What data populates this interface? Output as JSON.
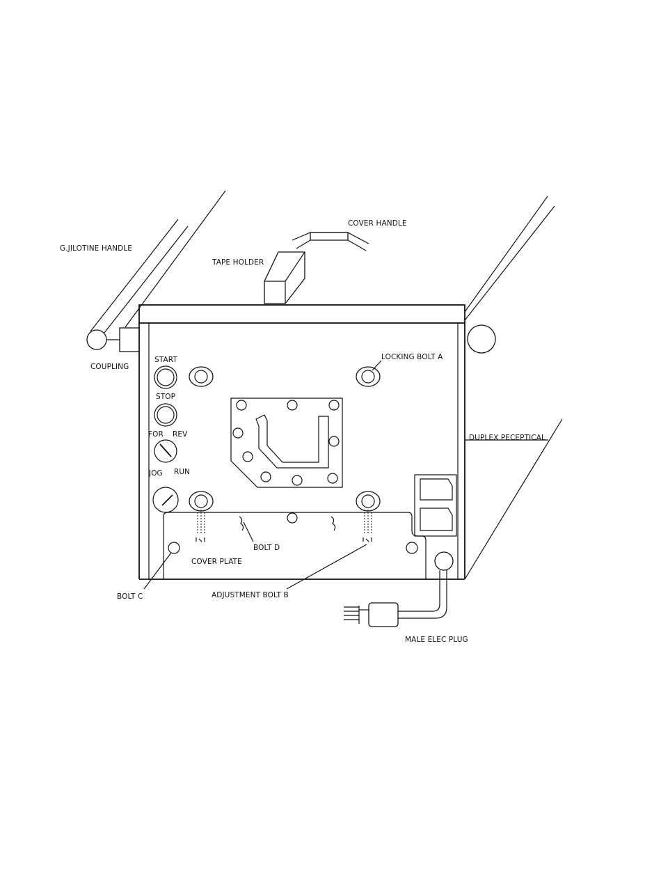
{
  "labels": {
    "guillotine_handle": "G.JILOTINE HANDLE",
    "cover_handle": "COVER HANDLE",
    "tape_holder": "TAPE HOLDER",
    "coupling": "COUPLING",
    "start": "START",
    "stop": "STOP",
    "for": "FOR",
    "rev": "REV",
    "jog": "JOG",
    "run": "RUN",
    "locking_bolt_a": "LOCKING BOLT A",
    "duplex_receptacle": "DUPLEX PECEPTICAL",
    "bolt_d": "BOLT D",
    "cover_plate": "COVER PLATE",
    "bolt_c": "BOLT C",
    "adjustment_bolt_b": "ADJUSTMENT BOLT B",
    "male_elec_plug": "MALE ELEC PLUG"
  },
  "colors": {
    "line": "#111111",
    "background": "#ffffff"
  }
}
